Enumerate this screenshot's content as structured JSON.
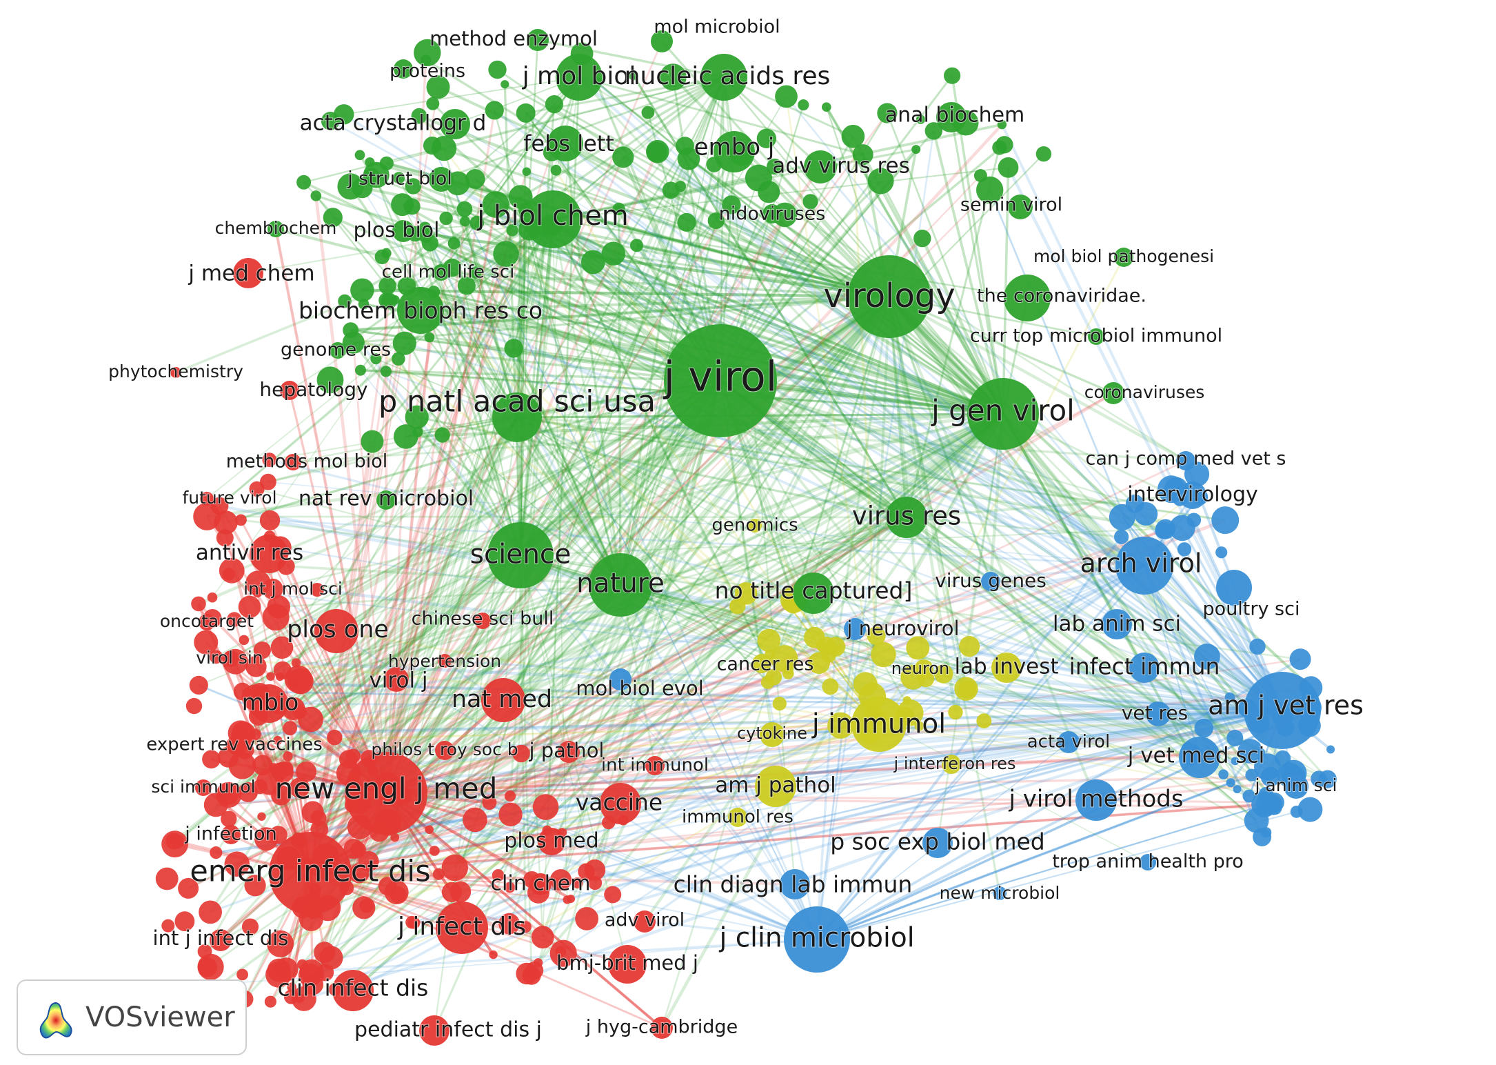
{
  "app": {
    "name": "VOSviewer"
  },
  "colors": {
    "red": "#e53935",
    "green": "#2ea32e",
    "blue": "#3a8fd6",
    "yellow": "#cccc22"
  },
  "clusters": [
    {
      "id": "red",
      "color": "#e53935"
    },
    {
      "id": "green",
      "color": "#2ea32e"
    },
    {
      "id": "blue",
      "color": "#3a8fd6"
    },
    {
      "id": "yellow",
      "color": "#cccc22"
    }
  ],
  "labels": [
    "method enzymol",
    "mol microbiol",
    "proteins",
    "j mol biol",
    "nucleic acids res",
    "acta crystallogr d",
    "febs lett",
    "embo j",
    "anal biochem",
    "adv virus res",
    "j struct biol",
    "semin virol",
    "nidoviruses",
    "chembiochem",
    "plos biol",
    "j biol chem",
    "mol biol pathogenesi",
    "j med chem",
    "cell mol life sci",
    "virology",
    "the coronaviridae.",
    "biochem bioph res co",
    "curr top microbiol immunol",
    "genome res",
    "phytochemistry",
    "j virol",
    "coronaviruses",
    "hepatology",
    "p natl acad sci usa",
    "j gen virol",
    "methods mol biol",
    "can j comp med vet s",
    "future virol",
    "nat rev microbiol",
    "intervirology",
    "genomics",
    "virus res",
    "antivir res",
    "science",
    "arch virol",
    "int j mol sci",
    "nature",
    "no title captured]",
    "virus genes",
    "poultry sci",
    "oncotarget",
    "chinese sci bull",
    "j neurovirol",
    "lab anim sci",
    "plos one",
    "virol sin",
    "hypertension",
    "cancer res",
    "neuron",
    "lab invest",
    "infect immun",
    "virol j",
    "mbio",
    "nat med",
    "mol biol evol",
    "am j vet res",
    "vet res",
    "j immunol",
    "cytokine",
    "expert rev vaccines",
    "philos t roy soc b",
    "j pathol",
    "acta virol",
    "j vet med sci",
    "int immunol",
    "j interferon res",
    "sci immunol",
    "new engl j med",
    "am j pathol",
    "j anim sci",
    "vaccine",
    "j virol methods",
    "immunol res",
    "j infection",
    "plos med",
    "p soc exp biol med",
    "emerg infect dis",
    "trop anim health pro",
    "clin chem",
    "clin diagn lab immun",
    "new microbiol",
    "adv virol",
    "j infect dis",
    "j clin microbiol",
    "int j infect dis",
    "bmj-brit med j",
    "clin infect dis",
    "pediatr infect dis j",
    "j hyg-cambridge"
  ]
}
